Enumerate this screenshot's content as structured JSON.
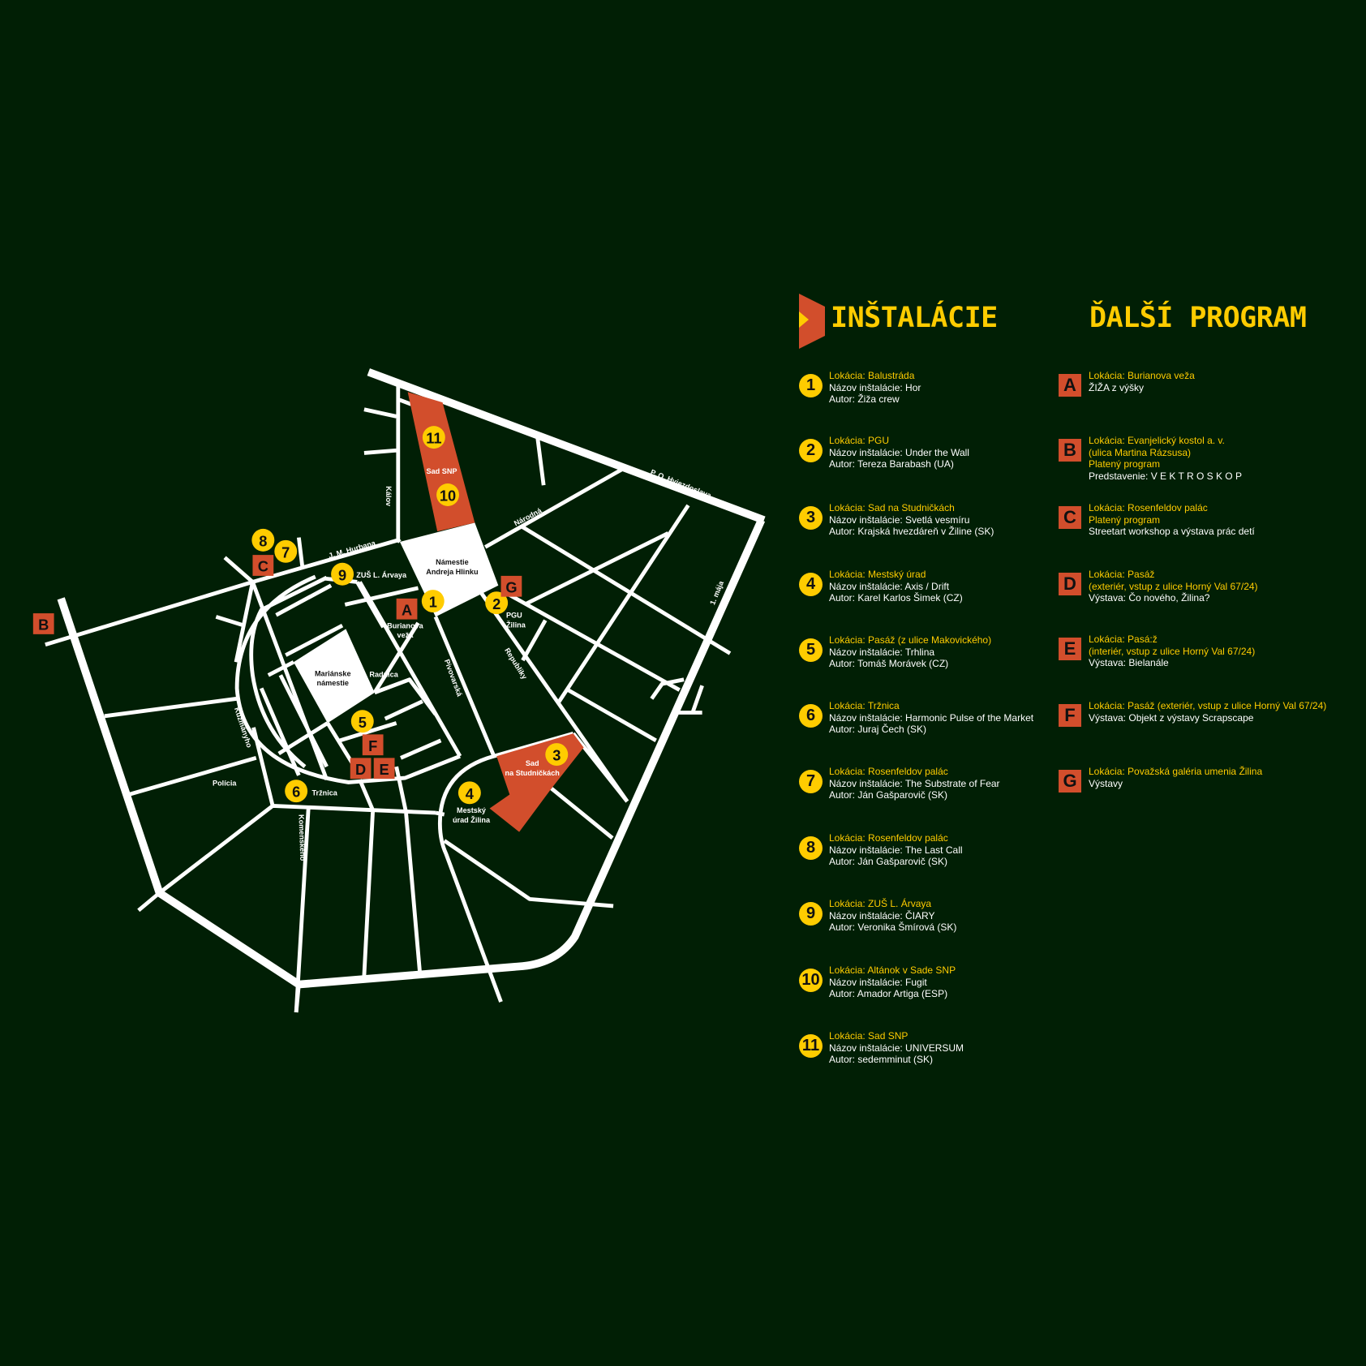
{
  "colors": {
    "background": "#011f05",
    "accent_yellow": "#ffcc00",
    "accent_orange": "#d24e2c",
    "road": "#ffffff"
  },
  "headings": {
    "installations": "INŠTALÁCIE",
    "other_program": "ĎALŠÍ PROGRAM"
  },
  "installations": [
    {
      "num": "1",
      "lines": [
        {
          "t": "Lokácia: Balustráda",
          "y": 1
        },
        {
          "t": "Názov inštalácie: Hor"
        },
        {
          "t": "Autor: Žiža crew"
        }
      ]
    },
    {
      "num": "2",
      "lines": [
        {
          "t": "Lokácia: PGU",
          "y": 1
        },
        {
          "t": "Názov inštalácie: Under the Wall"
        },
        {
          "t": "Autor: Tereza Barabash (UA)"
        }
      ]
    },
    {
      "num": "3",
      "lines": [
        {
          "t": "Lokácia: Sad na Studničkách",
          "y": 1
        },
        {
          "t": "Názov inštalácie: Svetlá vesmíru"
        },
        {
          "t": "Autor: Krajská hvezdáreň v Žiline (SK)"
        }
      ]
    },
    {
      "num": "4",
      "lines": [
        {
          "t": "Lokácia: Mestský úrad",
          "y": 1
        },
        {
          "t": "Názov inštalácie: Axis / Drift"
        },
        {
          "t": "Autor: Karel Karlos Šimek (CZ)"
        }
      ]
    },
    {
      "num": "5",
      "lines": [
        {
          "t": "Lokácia: Pasáž (z ulice Makovického)",
          "y": 1
        },
        {
          "t": "Názov inštalácie: Trhlina"
        },
        {
          "t": "Autor: Tomáš Morávek (CZ)"
        }
      ]
    },
    {
      "num": "6",
      "lines": [
        {
          "t": "Lokácia: Tržnica",
          "y": 1
        },
        {
          "t": "Názov inštalácie: Harmonic Pulse of the Market"
        },
        {
          "t": "Autor: Juraj Čech (SK)"
        }
      ]
    },
    {
      "num": "7",
      "lines": [
        {
          "t": "Lokácia: Rosenfeldov palác",
          "y": 1
        },
        {
          "t": "Názov inštalácie: The Substrate of Fear"
        },
        {
          "t": "Autor: Ján Gašparovič (SK)"
        }
      ]
    },
    {
      "num": "8",
      "lines": [
        {
          "t": "Lokácia: Rosenfeldov palác",
          "y": 1
        },
        {
          "t": "Názov inštalácie: The Last Call"
        },
        {
          "t": "Autor: Ján Gašparovič (SK)"
        }
      ]
    },
    {
      "num": "9",
      "lines": [
        {
          "t": "Lokácia: ZUŠ L. Árvaya",
          "y": 1
        },
        {
          "t": "Názov inštalácie: ČIARY"
        },
        {
          "t": "Autor: Veronika Šmírová (SK)"
        }
      ]
    },
    {
      "num": "10",
      "lines": [
        {
          "t": "Lokácia: Altánok v Sade SNP",
          "y": 1
        },
        {
          "t": "Názov inštalácie: Fugit"
        },
        {
          "t": "Autor: Amador Artiga (ESP)"
        }
      ]
    },
    {
      "num": "11",
      "lines": [
        {
          "t": "Lokácia: Sad SNP",
          "y": 1
        },
        {
          "t": "Názov inštalácie: UNIVERSUM"
        },
        {
          "t": "Autor: sedemminut (SK)"
        }
      ]
    }
  ],
  "program": [
    {
      "letter": "A",
      "lines": [
        {
          "t": "Lokácia: Burianova veža",
          "y": 1
        },
        {
          "t": "ŽIŽA z výšky"
        }
      ]
    },
    {
      "letter": "B",
      "lines": [
        {
          "t": "Lokácia: Evanjelický kostol a. v.",
          "y": 1
        },
        {
          "t": "(ulica Martina Rázsusa)",
          "y": 1
        },
        {
          "t": "Platený program",
          "y": 1
        },
        {
          "t": "Predstavenie: V E K T R O S K O P"
        }
      ]
    },
    {
      "letter": "C",
      "lines": [
        {
          "t": "Lokácia: Rosenfeldov palác",
          "y": 1
        },
        {
          "t": "Platený program",
          "y": 1
        },
        {
          "t": "Streetart workshop a výstava prác detí"
        }
      ]
    },
    {
      "letter": "D",
      "lines": [
        {
          "t": "Lokácia: Pasáž",
          "y": 1
        },
        {
          "t": "(exteriér, vstup z ulice Horný Val 67/24)",
          "y": 1
        },
        {
          "t": "Výstava:  Čo nového, Žilina?"
        }
      ]
    },
    {
      "letter": "E",
      "lines": [
        {
          "t": "Lokácia: Pasá:ž",
          "y": 1
        },
        {
          "t": "(interiér, vstup z ulice Horný Val 67/24)",
          "y": 1
        },
        {
          "t": "Výstava: Bielanále"
        }
      ]
    },
    {
      "letter": "F",
      "lines": [
        {
          "t": "Lokácia: Pasáž (exteriér, vstup z ulice Horný Val 67/24)",
          "y": 1
        },
        {
          "t": "Výstava: Objekt z výstavy Scrapscape"
        }
      ]
    },
    {
      "letter": "G",
      "lines": [
        {
          "t": "Lokácia: Považská galéria umenia Žilina",
          "y": 1
        },
        {
          "t": "Výstavy"
        }
      ]
    }
  ],
  "map": {
    "streets": {
      "hurbana": "J. M. Hurbana",
      "kalov": "Kálov",
      "narodna": "Národná",
      "hviezdoslava": "P. O. Hviezdoslava",
      "maja": "1. mája",
      "republiky": "Republiky",
      "pivovarska": "Pivovarská",
      "radnica": "Radnica",
      "kuzmanyho": "Kuzmányho",
      "policia": "Polícia",
      "trznica": "Tržnica",
      "komenskeho": "Komenského",
      "zus": "ZUŠ L. Árvaya"
    },
    "places": {
      "sad_snp": "Sad SNP",
      "hlinku_1": "Námestie",
      "hlinku_2": "Andreja Hlinku",
      "burianova_1": "Burianova",
      "burianova_2": "veža",
      "pgu_1": "PGU",
      "pgu_2": "Žilina",
      "marianske_1": "Mariánske",
      "marianske_2": "námestie",
      "studnicky_1": "Sad",
      "studnicky_2": "na Studničkách",
      "urad_1": "Mestský",
      "urad_2": "úrad Žilina"
    }
  }
}
